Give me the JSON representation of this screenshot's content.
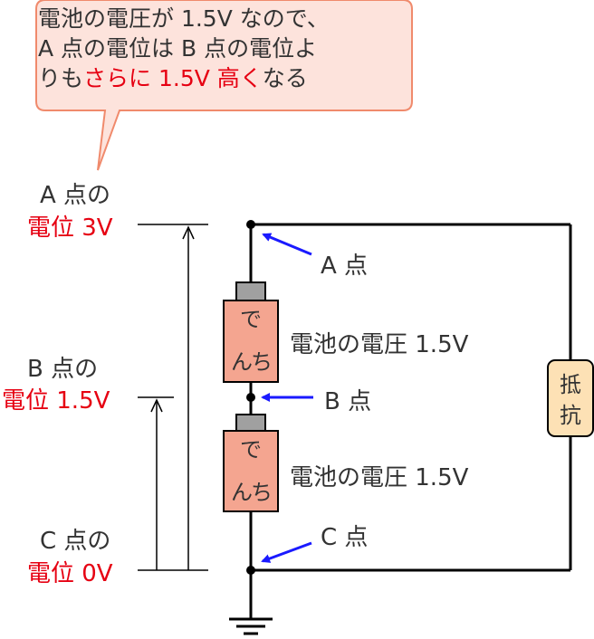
{
  "callout": {
    "line1": "電池の電圧が 1.5V なので、",
    "line2": "A 点の電位は B 点の電位よ",
    "line3_pre": "りも",
    "line3_red": "さらに 1.5V 高く",
    "line3_post": "なる"
  },
  "left_labels": {
    "a_point": "A 点の",
    "a_potential": "電位 3V",
    "b_point": "B 点の",
    "b_potential": "電位 1.5V",
    "c_point": "C 点の",
    "c_potential": "電位 0V"
  },
  "node_labels": {
    "a": "A 点",
    "b": "B 点",
    "c": "C 点"
  },
  "battery": {
    "label_top": "で",
    "label_bottom": "んち",
    "voltage_text": "電池の電圧 1.5V"
  },
  "resistor": {
    "label_top": "抵",
    "label_bottom": "抗"
  },
  "colors": {
    "battery_fill": "#f4a590",
    "terminal_fill": "#a0a0a0",
    "resistor_fill": "#fde1b5",
    "callout_fill": "#fde3dc",
    "callout_stroke": "#f08a6c",
    "arrow_blue": "#1a1aff",
    "highlight_red": "#e60012"
  }
}
